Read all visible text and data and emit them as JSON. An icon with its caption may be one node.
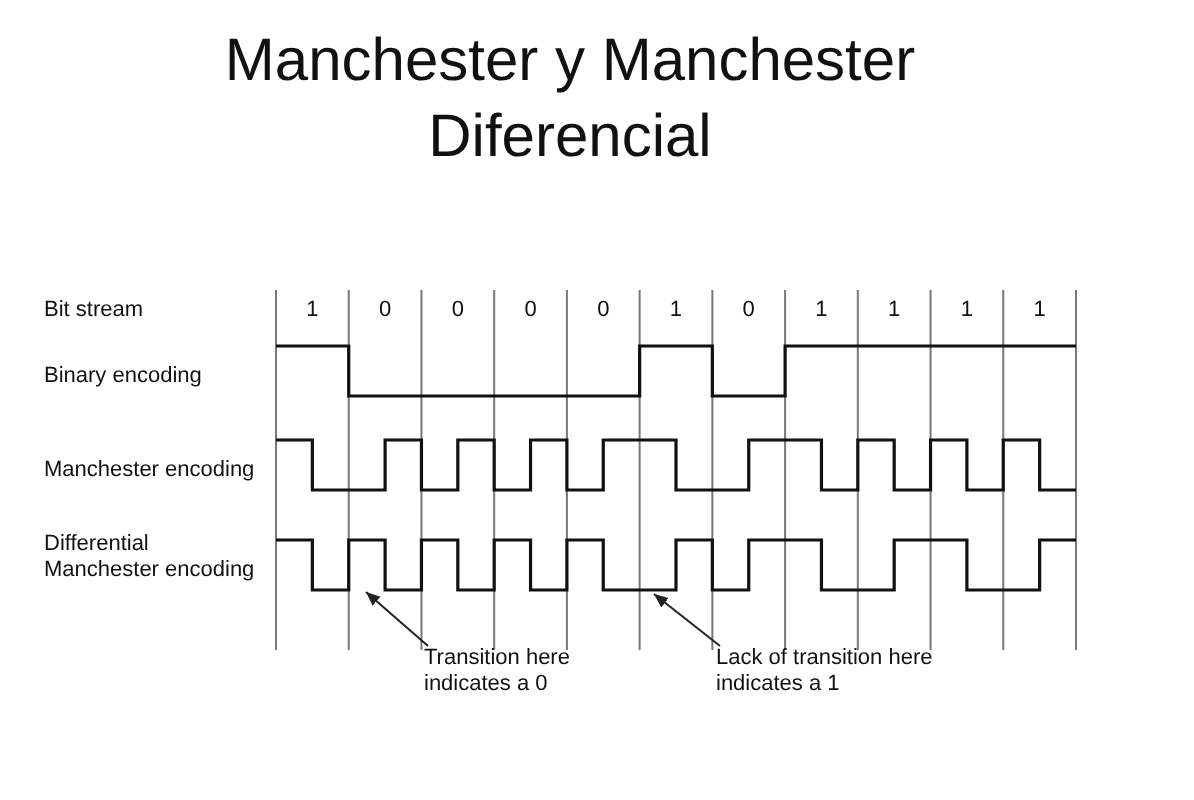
{
  "diagram": {
    "title": "Manchester y Manchester Diferencial",
    "nodes": [
      {
        "text": [
          "Transition here indicates a 0"
        ]
      },
      {
        "text": [
          "Lack of transition here indicates a 1"
        ]
      },
      {
        "text": [],
        "shape": "picture"
      }
    ],
    "edges": [
      {
        "from": 0,
        "to": 2,
        "arrow": "to"
      },
      {
        "from": 1,
        "to": 2,
        "arrow": "to"
      }
    ],
    "labels": [
      "Bit stream",
      "1",
      "0",
      "0",
      "0",
      "0",
      "1",
      "0",
      "1",
      "1",
      "1",
      "1",
      "Binary encoding",
      "Manchester encoding",
      "Differential Manchester encoding"
    ]
  }
}
